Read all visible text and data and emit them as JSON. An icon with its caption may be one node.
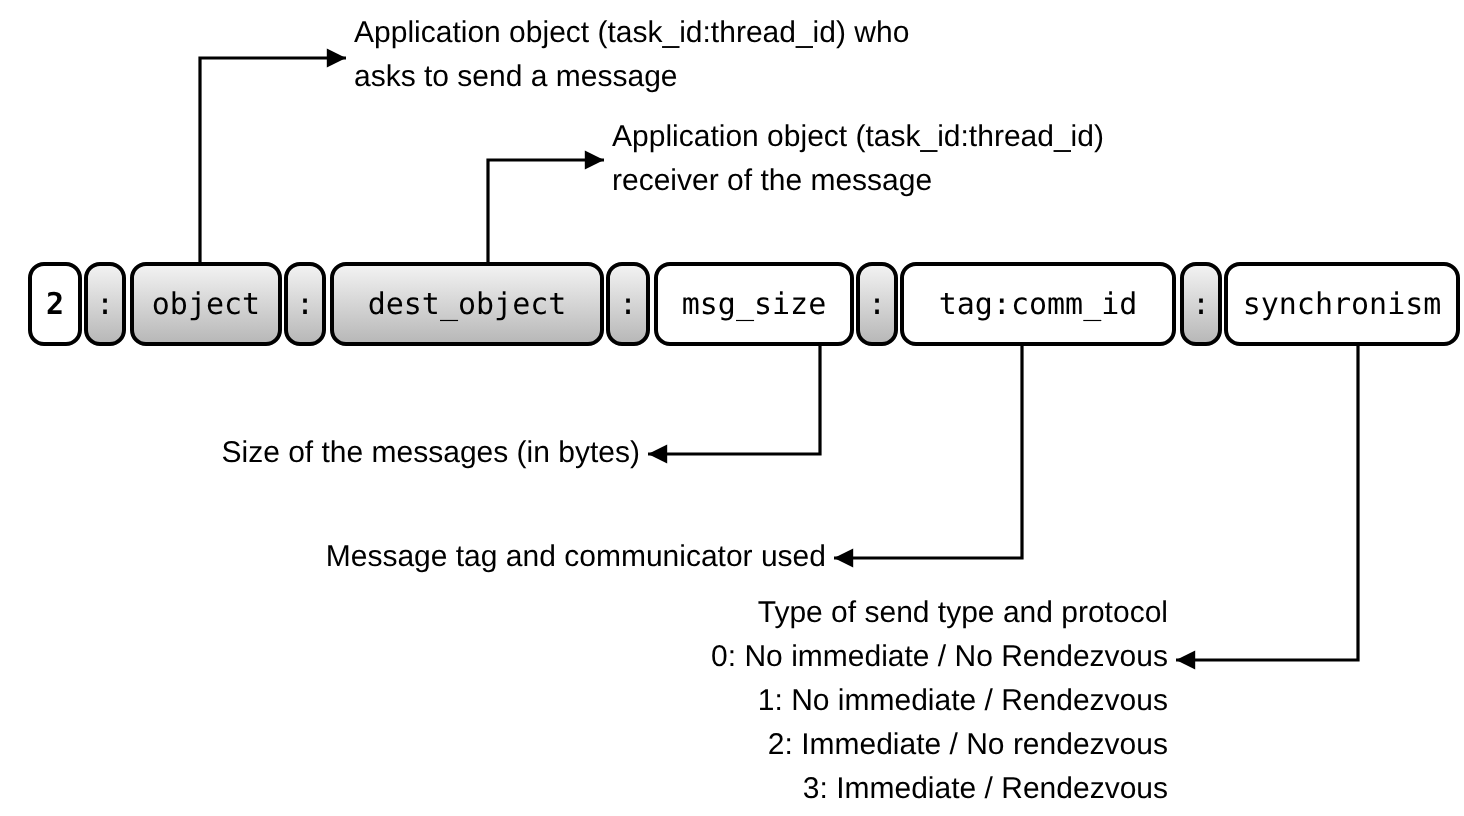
{
  "diagram": {
    "nodes": [
      {
        "text": [
          "2"
        ]
      },
      {
        "text": [
          ":"
        ]
      },
      {
        "text": [
          "object"
        ]
      },
      {
        "text": [
          ":"
        ]
      },
      {
        "text": [
          "dest_object"
        ]
      },
      {
        "text": [
          ":"
        ]
      },
      {
        "text": [
          "msg_size"
        ]
      },
      {
        "text": [
          ":"
        ]
      },
      {
        "text": [
          "tag:comm_id"
        ]
      },
      {
        "text": [
          ":"
        ]
      },
      {
        "text": [
          "synchronism"
        ]
      },
      {
        "text": [
          "Application object (task_id:thread_id) who asks to send a message"
        ]
      },
      {
        "text": [
          "Application object (task_id:thread_id) receiver of the message"
        ]
      },
      {
        "text": [
          "Size of the messages (in bytes)"
        ]
      },
      {
        "text": [
          "Message tag and communicator used"
        ]
      },
      {
        "text": [
          "Type of send type and protocol",
          "0: No immediate / No Rendezvous",
          "1: No immediate / Rendezvous",
          "2: Immediate / No rendezvous",
          "3: Immediate / Rendezvous"
        ]
      }
    ],
    "edges": [
      {
        "from": 2,
        "to": 11,
        "arrow": "to"
      },
      {
        "from": 4,
        "to": 12,
        "arrow": "to"
      },
      {
        "from": 6,
        "to": 13,
        "arrow": "to"
      },
      {
        "from": 8,
        "to": 14,
        "arrow": "to"
      },
      {
        "from": 10,
        "to": 15,
        "arrow": "to"
      }
    ]
  }
}
